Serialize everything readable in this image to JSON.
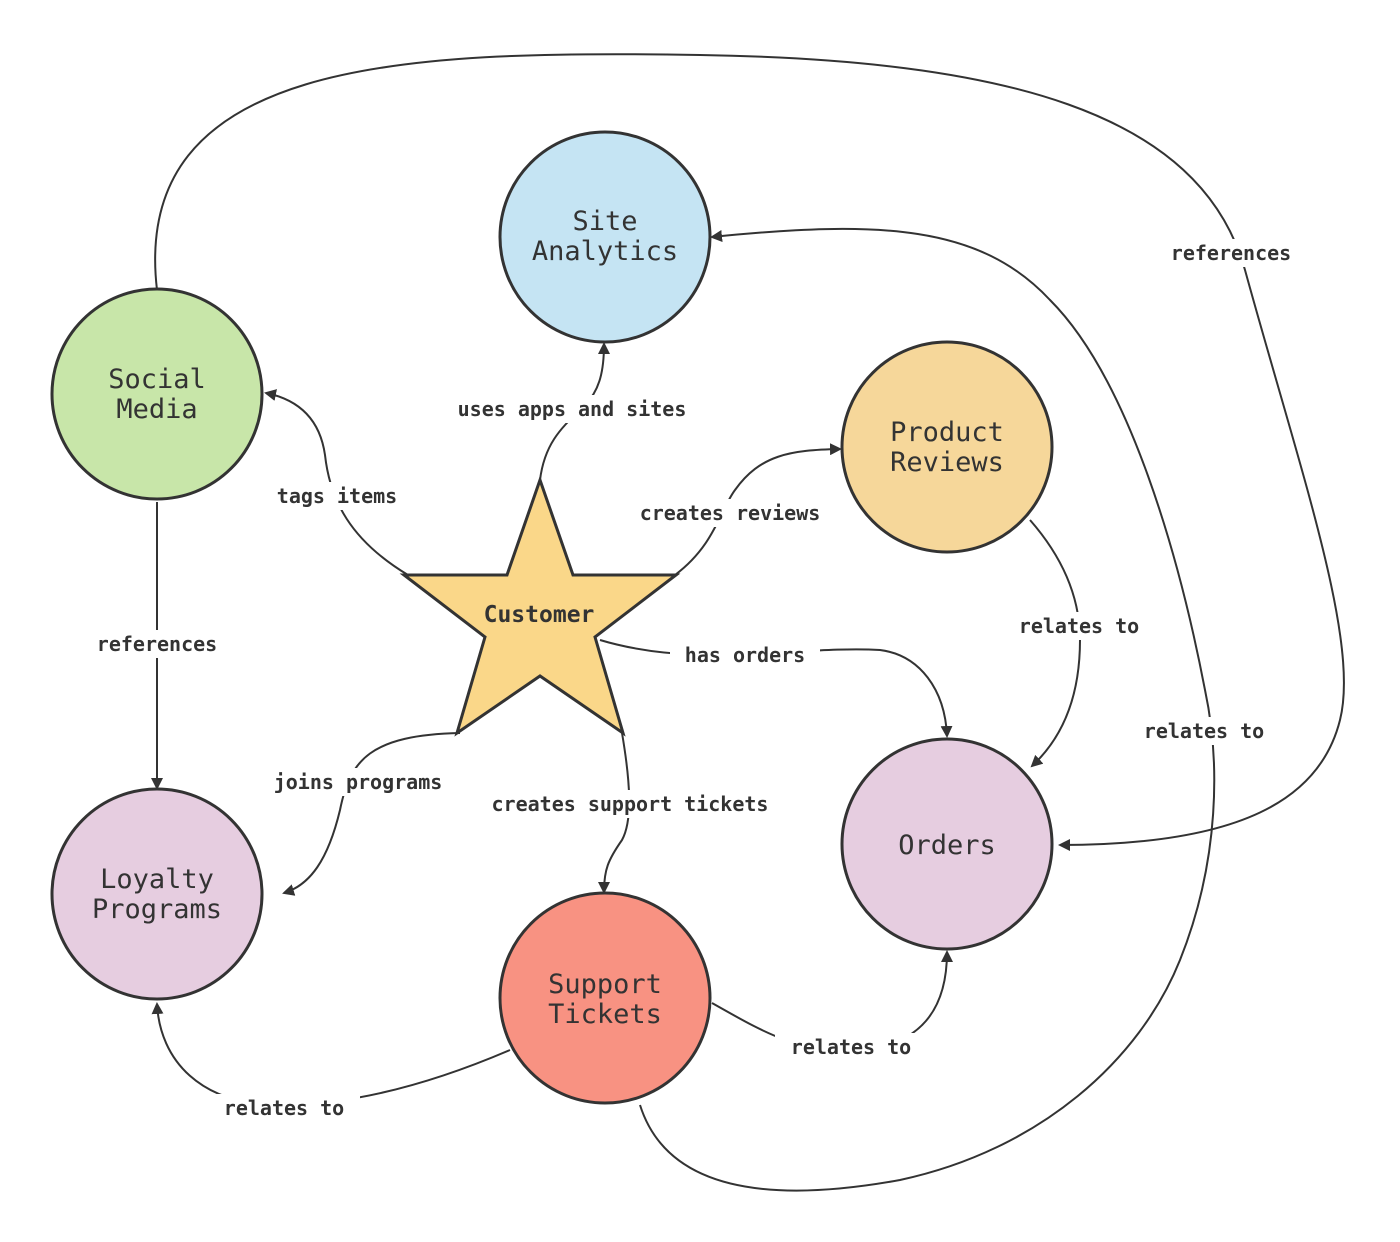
{
  "diagram": {
    "colors": {
      "stroke": "#333333",
      "social_media": "#c8e6a9",
      "site_analytics": "#c5e4f3",
      "product_reviews": "#f6d79a",
      "orders": "#e6cde0",
      "loyalty_programs": "#e6cde0",
      "support_tickets": "#f89282",
      "customer": "#fad789"
    },
    "nodes": {
      "customer": {
        "label": "Customer"
      },
      "social_media": {
        "line1": "Social",
        "line2": "Media"
      },
      "site_analytics": {
        "line1": "Site",
        "line2": "Analytics"
      },
      "product_reviews": {
        "line1": "Product",
        "line2": "Reviews"
      },
      "orders": {
        "label": "Orders"
      },
      "loyalty_programs": {
        "line1": "Loyalty",
        "line2": "Programs"
      },
      "support_tickets": {
        "line1": "Support",
        "line2": "Tickets"
      }
    },
    "edges": {
      "tags_items": "tags items",
      "uses_apps": "uses apps and sites",
      "creates_reviews": "creates reviews",
      "has_orders": "has orders",
      "joins_programs": "joins programs",
      "creates_tickets": "creates support tickets",
      "social_refs_loyalty": "references",
      "social_refs_orders": "references",
      "reviews_relates_orders": "relates to",
      "tickets_relates_orders": "relates to",
      "tickets_relates_loyalty": "relates to",
      "tickets_relates_analytics": "relates to"
    }
  }
}
